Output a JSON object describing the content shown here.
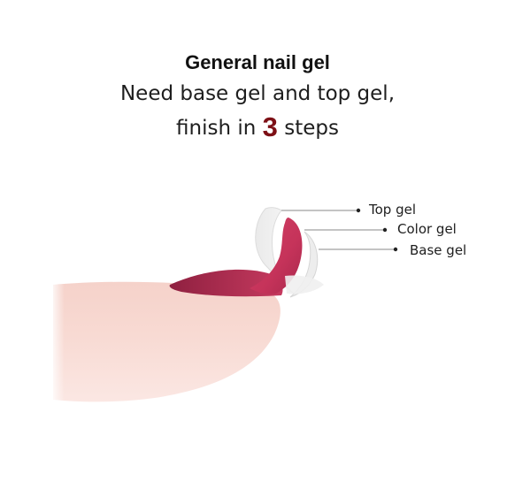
{
  "heading": {
    "title": "General nail gel",
    "line1": "Need base gel and top gel,",
    "line2_prefix": "finish in",
    "steps_count": "3",
    "line2_suffix": "steps"
  },
  "labels": {
    "top_gel": "Top gel",
    "color_gel": "Color gel",
    "base_gel": "Base gel"
  },
  "colors": {
    "accent": "#7d1016",
    "color_gel": "#c8375a",
    "skin": "#f7d6cf"
  }
}
